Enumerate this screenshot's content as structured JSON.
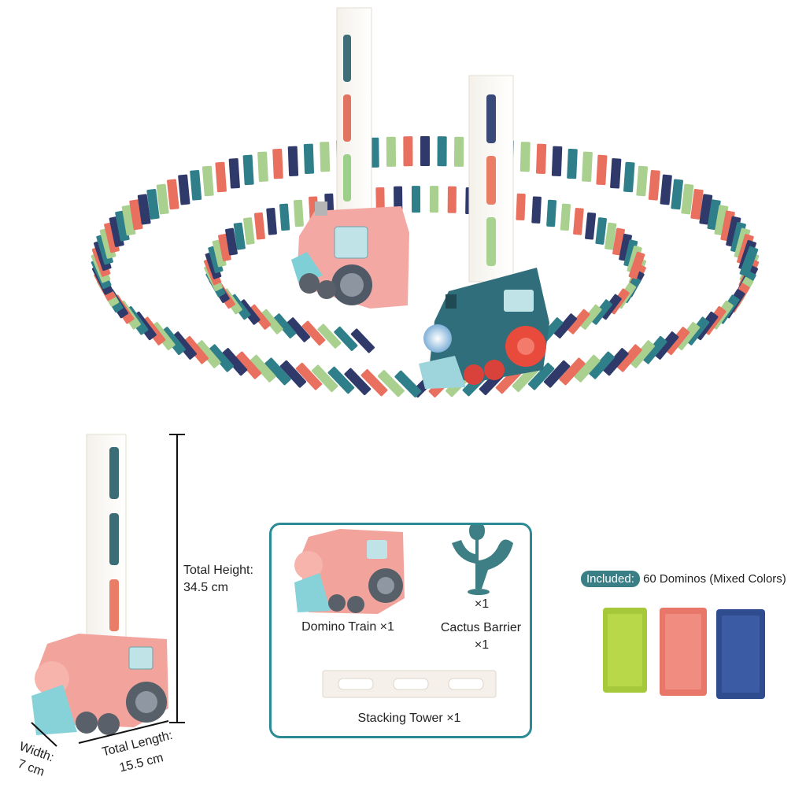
{
  "dimensions": {
    "total_height_label": "Total Height:",
    "total_height_value": "34.5 cm",
    "width_label": "Width:",
    "width_value": "7 cm",
    "length_label": "Total Length:",
    "length_value": "15.5 cm"
  },
  "package": {
    "train": "Domino Train ×1",
    "cactus_qty": "×1",
    "cactus_label": "Cactus Barrier",
    "cactus_label_qty": "×1",
    "tower": "Stacking Tower ×1"
  },
  "included": {
    "badge": "Included:",
    "text": "60 Dominos (Mixed Colors)"
  },
  "colors": {
    "domino_green": "#a9d08f",
    "domino_coral": "#e9705e",
    "domino_navy": "#2f3a6a",
    "domino_teal": "#2f7f8a",
    "train_pink": "#f1a3a0",
    "train_teal": "#2d6c78",
    "accent_box": "#2c8a94"
  }
}
